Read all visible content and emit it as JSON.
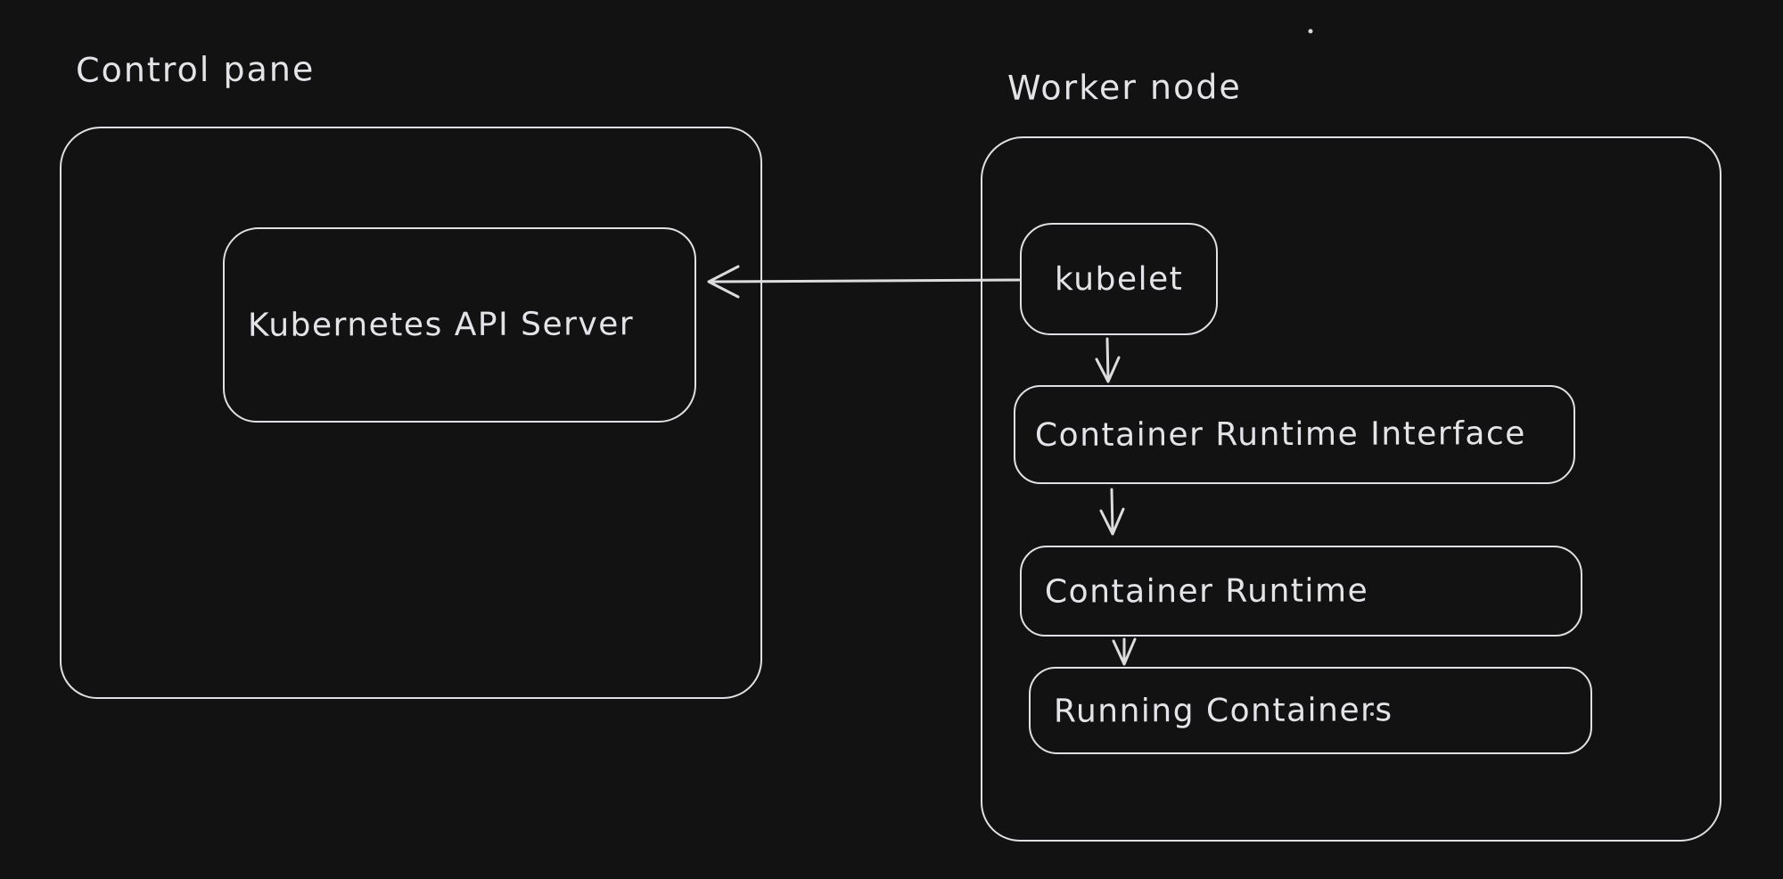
{
  "canvas": {
    "background": "#121212",
    "stroke_color": "#e0e0e4",
    "style": "hand-drawn whiteboard (excalidraw-like), dark theme"
  },
  "diagram": {
    "groups": [
      {
        "id": "control-pane",
        "label": "Control pane",
        "nodes": [
          {
            "id": "api-server",
            "label": "Kubernetes API Server"
          }
        ]
      },
      {
        "id": "worker-node",
        "label": "Worker node",
        "nodes": [
          {
            "id": "kubelet",
            "label": "kubelet"
          },
          {
            "id": "cri",
            "label": "Container Runtime Interface"
          },
          {
            "id": "container-runtime",
            "label": "Container Runtime"
          },
          {
            "id": "running-containers",
            "label": "Running Containers"
          }
        ]
      }
    ],
    "edges": [
      {
        "from": "kubelet",
        "to": "api-server",
        "direction": "left",
        "style": "open-arrowhead"
      },
      {
        "from": "kubelet",
        "to": "cri",
        "direction": "down",
        "style": "open-arrowhead"
      },
      {
        "from": "cri",
        "to": "container-runtime",
        "direction": "down",
        "style": "open-arrowhead"
      },
      {
        "from": "container-runtime",
        "to": "running-containers",
        "direction": "down",
        "style": "open-arrowhead"
      }
    ],
    "artifacts": [
      {
        "id": "stray-dot-top",
        "description": "tiny white dot near top right"
      },
      {
        "id": "stray-dot-running",
        "description": "tiny white dot after Running Containers text"
      }
    ]
  }
}
